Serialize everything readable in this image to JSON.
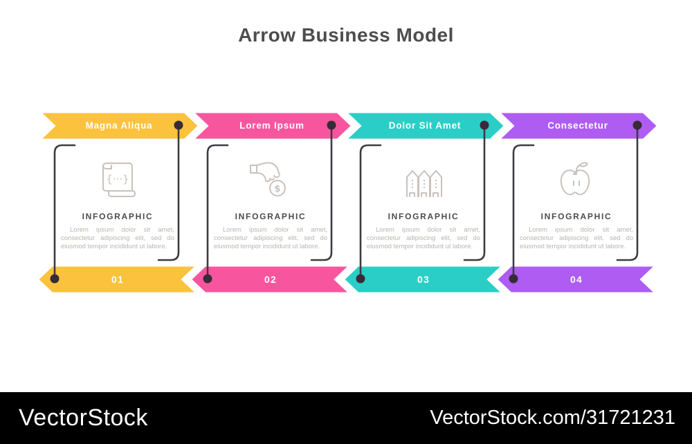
{
  "title": "Arrow Business Model",
  "colors": {
    "yellow": "#FBC23D",
    "pink": "#F7569F",
    "teal": "#2BCEC6",
    "purple": "#AE5CF2",
    "connector_line": "#3E3A40",
    "connector_dot": "#372B38",
    "icon_stroke": "#C9C1BC",
    "heading_text": "#4B4B4B",
    "body_text": "#B7B5B0",
    "title_text": "#4D4D4D",
    "footer_bg": "#000000"
  },
  "sections": [
    {
      "top_label": "Magna Aliqua",
      "number": "01",
      "color": "#FBC23D",
      "icon": "scroll-code-icon",
      "heading": "INFOGRAPHIC",
      "body": "Lorem ipsum dolor sit amet, consectetur adipiscing elit, sed do eiusmod tempor incididunt ut labore."
    },
    {
      "top_label": "Lorem Ipsum",
      "number": "02",
      "color": "#F7569F",
      "icon": "hand-coin-icon",
      "heading": "INFOGRAPHIC",
      "body": "Lorem ipsum dolor sit amet, consectetur adipiscing elit, sed do eiusmod tempor incididunt ut labore."
    },
    {
      "top_label": "Dolor Sit Amet",
      "number": "03",
      "color": "#2BCEC6",
      "icon": "houses-icon",
      "heading": "INFOGRAPHIC",
      "body": "Lorem ipsum dolor sit amet, consectetur adipiscing elit, sed do eiusmod tempor incididunt ut labore."
    },
    {
      "top_label": "Consectetur",
      "number": "04",
      "color": "#AE5CF2",
      "icon": "apple-icon",
      "heading": "INFOGRAPHIC",
      "body": "Lorem ipsum dolor sit amet, consectetur adipiscing elit, sed do eiusmod tempor incididunt ut labore."
    }
  ],
  "icon_glyphs": {
    "code": "{···}",
    "dollar": "$"
  },
  "footer": {
    "brand": "VectorStock",
    "credit": "VectorStock.com/31721231"
  }
}
